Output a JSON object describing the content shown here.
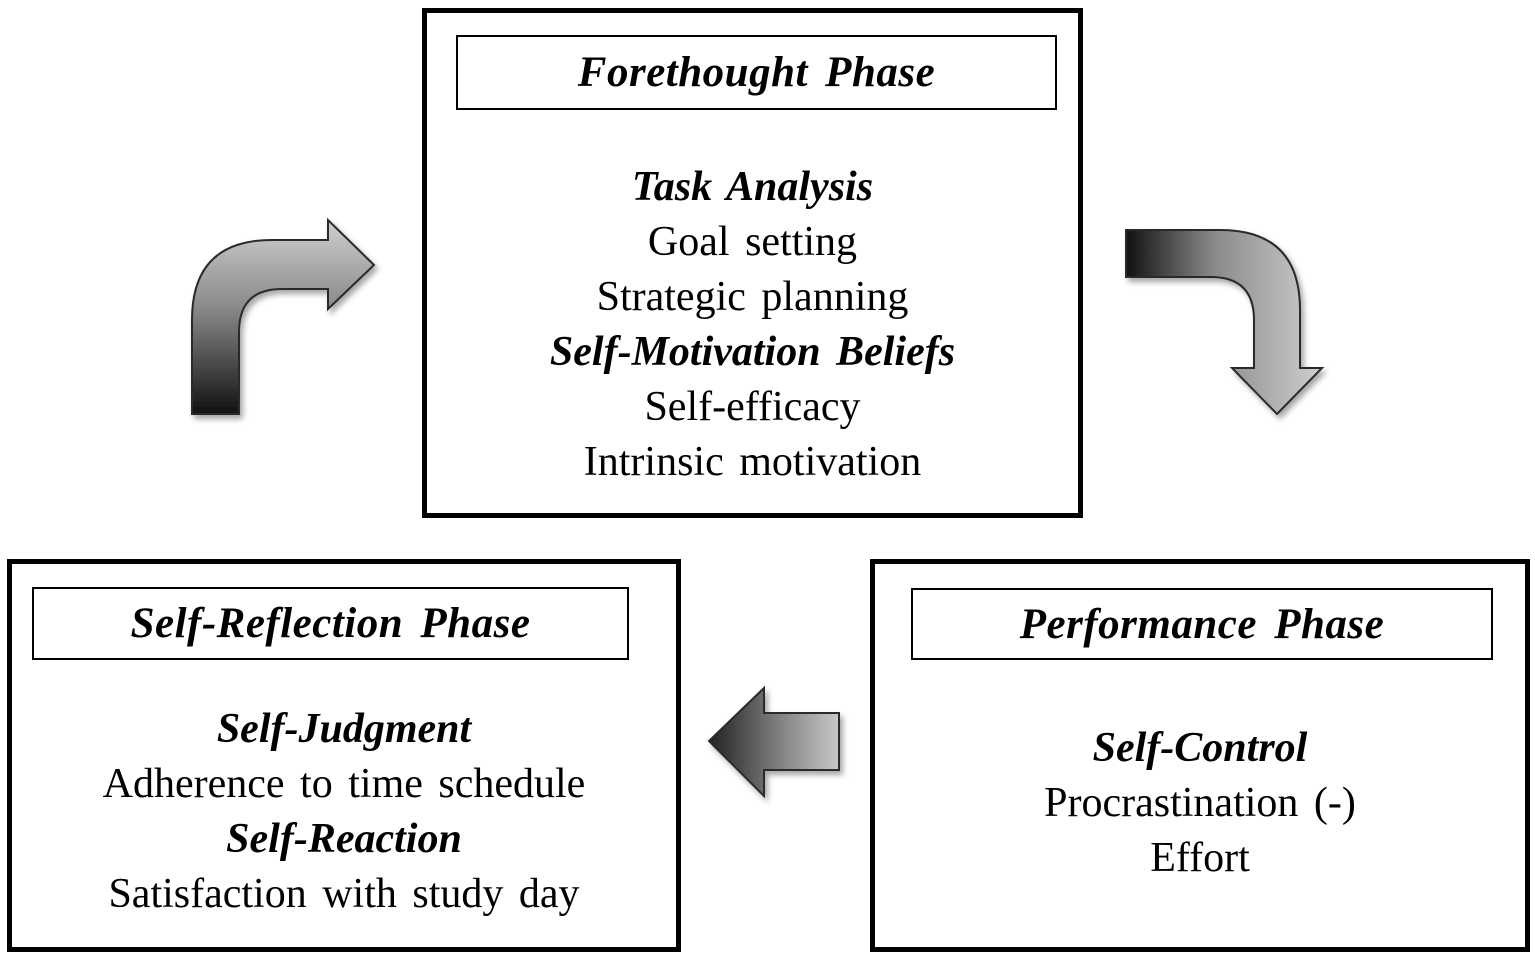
{
  "forethought": {
    "title": "Forethought Phase",
    "lines": [
      {
        "text": "Task Analysis",
        "heading": true
      },
      {
        "text": "Goal setting",
        "heading": false
      },
      {
        "text": "Strategic planning",
        "heading": false
      },
      {
        "text": "Self-Motivation Beliefs",
        "heading": true
      },
      {
        "text": "Self-efficacy",
        "heading": false
      },
      {
        "text": "Intrinsic motivation",
        "heading": false
      }
    ]
  },
  "performance": {
    "title": "Performance Phase",
    "lines": [
      {
        "text": "Self-Control",
        "heading": true
      },
      {
        "text": "Procrastination (-)",
        "heading": false
      },
      {
        "text": "Effort",
        "heading": false
      }
    ]
  },
  "reflection": {
    "title": "Self-Reflection Phase",
    "lines": [
      {
        "text": "Self-Judgment",
        "heading": true
      },
      {
        "text": "Adherence to time schedule",
        "heading": false
      },
      {
        "text": "Self-Reaction",
        "heading": true
      },
      {
        "text": "Satisfaction with study day",
        "heading": false
      }
    ]
  },
  "colors": {
    "border": "#000000",
    "arrow_dark": "#111111",
    "arrow_light": "#c8c8c8",
    "arrow_outline": "#2a2a2a"
  },
  "icons": [
    "bent-arrow-up-right-icon",
    "bent-arrow-right-down-icon",
    "arrow-left-icon"
  ]
}
